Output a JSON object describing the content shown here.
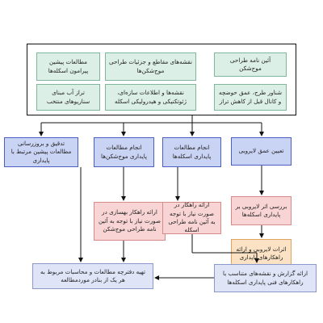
{
  "top_group": {
    "row1": [
      "مطالعات پیشین پیرامون اسکله‌ها",
      "نقشه‌های مقاطع و جزئیات طراحی موج‌شکن‌ها",
      "آئین نامه طراحی موج‌شکن"
    ],
    "row2": [
      "تراز آب مبنای سناریوهای منتخب",
      "نقشه‌ها و اطلاعات سازه‌ای، ژئوتکنیکی و هیدرولیکی اسکله",
      "شناور طرح، عمق حوضچه و کانال قبل از کاهش تراز"
    ]
  },
  "process": {
    "col1": "تدقیق و بروزرسانی مطالعات پیشین مرتبط با پایداری",
    "col2": "انجام مطالعات پایداری موج‌شکن‌ها",
    "col3": "انجام مطالعات پایداری اسکله‌ها",
    "col4": "تعیین عمق لایروبی"
  },
  "second": {
    "col2": "ارائه راهکار بهسازی در صورت نیاز با توجه به آئین نامه طراحی موج‌شکن",
    "col3": "ارائه راهکار در صورت نیاز با توجه به آئین نامه طراحی اسکله",
    "col4": "بررسی اثر لایروبی بر پایداری اسکله‌ها"
  },
  "third": {
    "col4": "اثرات لایروبی و ارائه راهکارهای پایداری"
  },
  "bottom": {
    "right": "ارائه گزارش و نقشه‌های متناسب با راهکارهای فنی پایداری اسکله‌ها",
    "left": "تهیه دفترچه مطالعات و محاسبات مربوط به هر یک از بنادر موردمطالعه"
  }
}
